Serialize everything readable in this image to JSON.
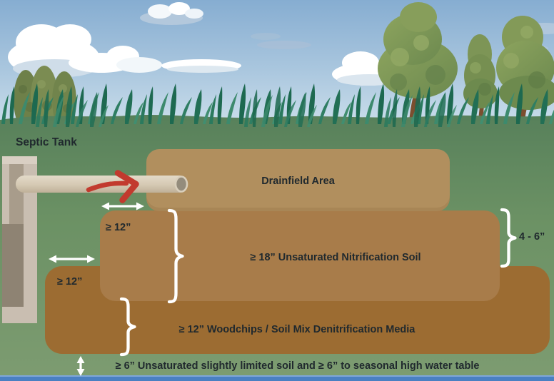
{
  "diagram": {
    "title_label": "Septic Tank",
    "drainfield": {
      "label": "Drainfield Area"
    },
    "nitrification": {
      "label": "≥ 18” Unsaturated Nitrification Soil",
      "offset_label": "≥ 12”"
    },
    "denitrification": {
      "label": "≥ 12” Woodchips / Soil Mix Denitrification Media",
      "offset_label": "≥ 12”"
    },
    "side_depth_label": "4 - 6”",
    "bottom_label": "≥ 6” Unsaturated slightly limited soil and ≥ 6” to seasonal high water table",
    "colors": {
      "sky_top": "#86add1",
      "sky_bottom": "#cfe0ec",
      "ground_top": "#567f5a",
      "ground_bottom": "#7d9c71",
      "grass_blade_dark": "#1d6950",
      "grass_blade_light": "#3d8a6d",
      "drainfield_box": "#b18f5e",
      "nitrification_box": "#a87c4a",
      "denitrification_box": "#9c6c32",
      "water_table": "#4a80c2",
      "pipe": "#d5c9b3",
      "tank_shell": "#c9beb1",
      "flow_arrow": "#c23a2e",
      "annotation": "#ffffff",
      "label_text": "#20292e"
    }
  }
}
